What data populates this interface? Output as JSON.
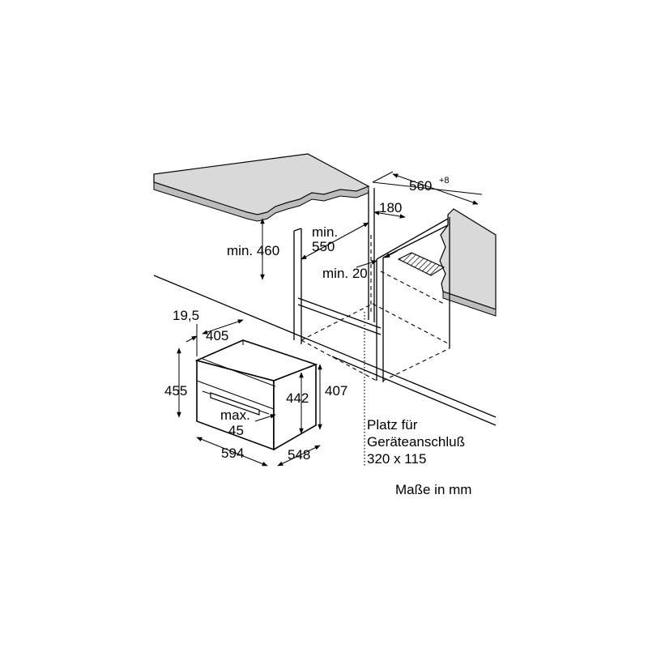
{
  "labels": {
    "depth_560": "560",
    "depth_560_sup": "+8",
    "gap_180": "180",
    "min_460": "min. 460",
    "min_550_a": "min.",
    "min_550_b": "550",
    "min_20": "min. 20",
    "d_19_5": "19,5",
    "d_405": "405",
    "d_455": "455",
    "d_442": "442",
    "d_407": "407",
    "max_a": "max.",
    "max_b": "45",
    "d_594": "594",
    "d_548": "548",
    "platz_1": "Platz für",
    "platz_2": "Geräteanschluß",
    "platz_3": "320 x 115",
    "units": "Maße in mm"
  },
  "colors": {
    "worktop": "#d9d9d9",
    "worktop_edge": "#bdbdbd",
    "line": "#000000"
  }
}
